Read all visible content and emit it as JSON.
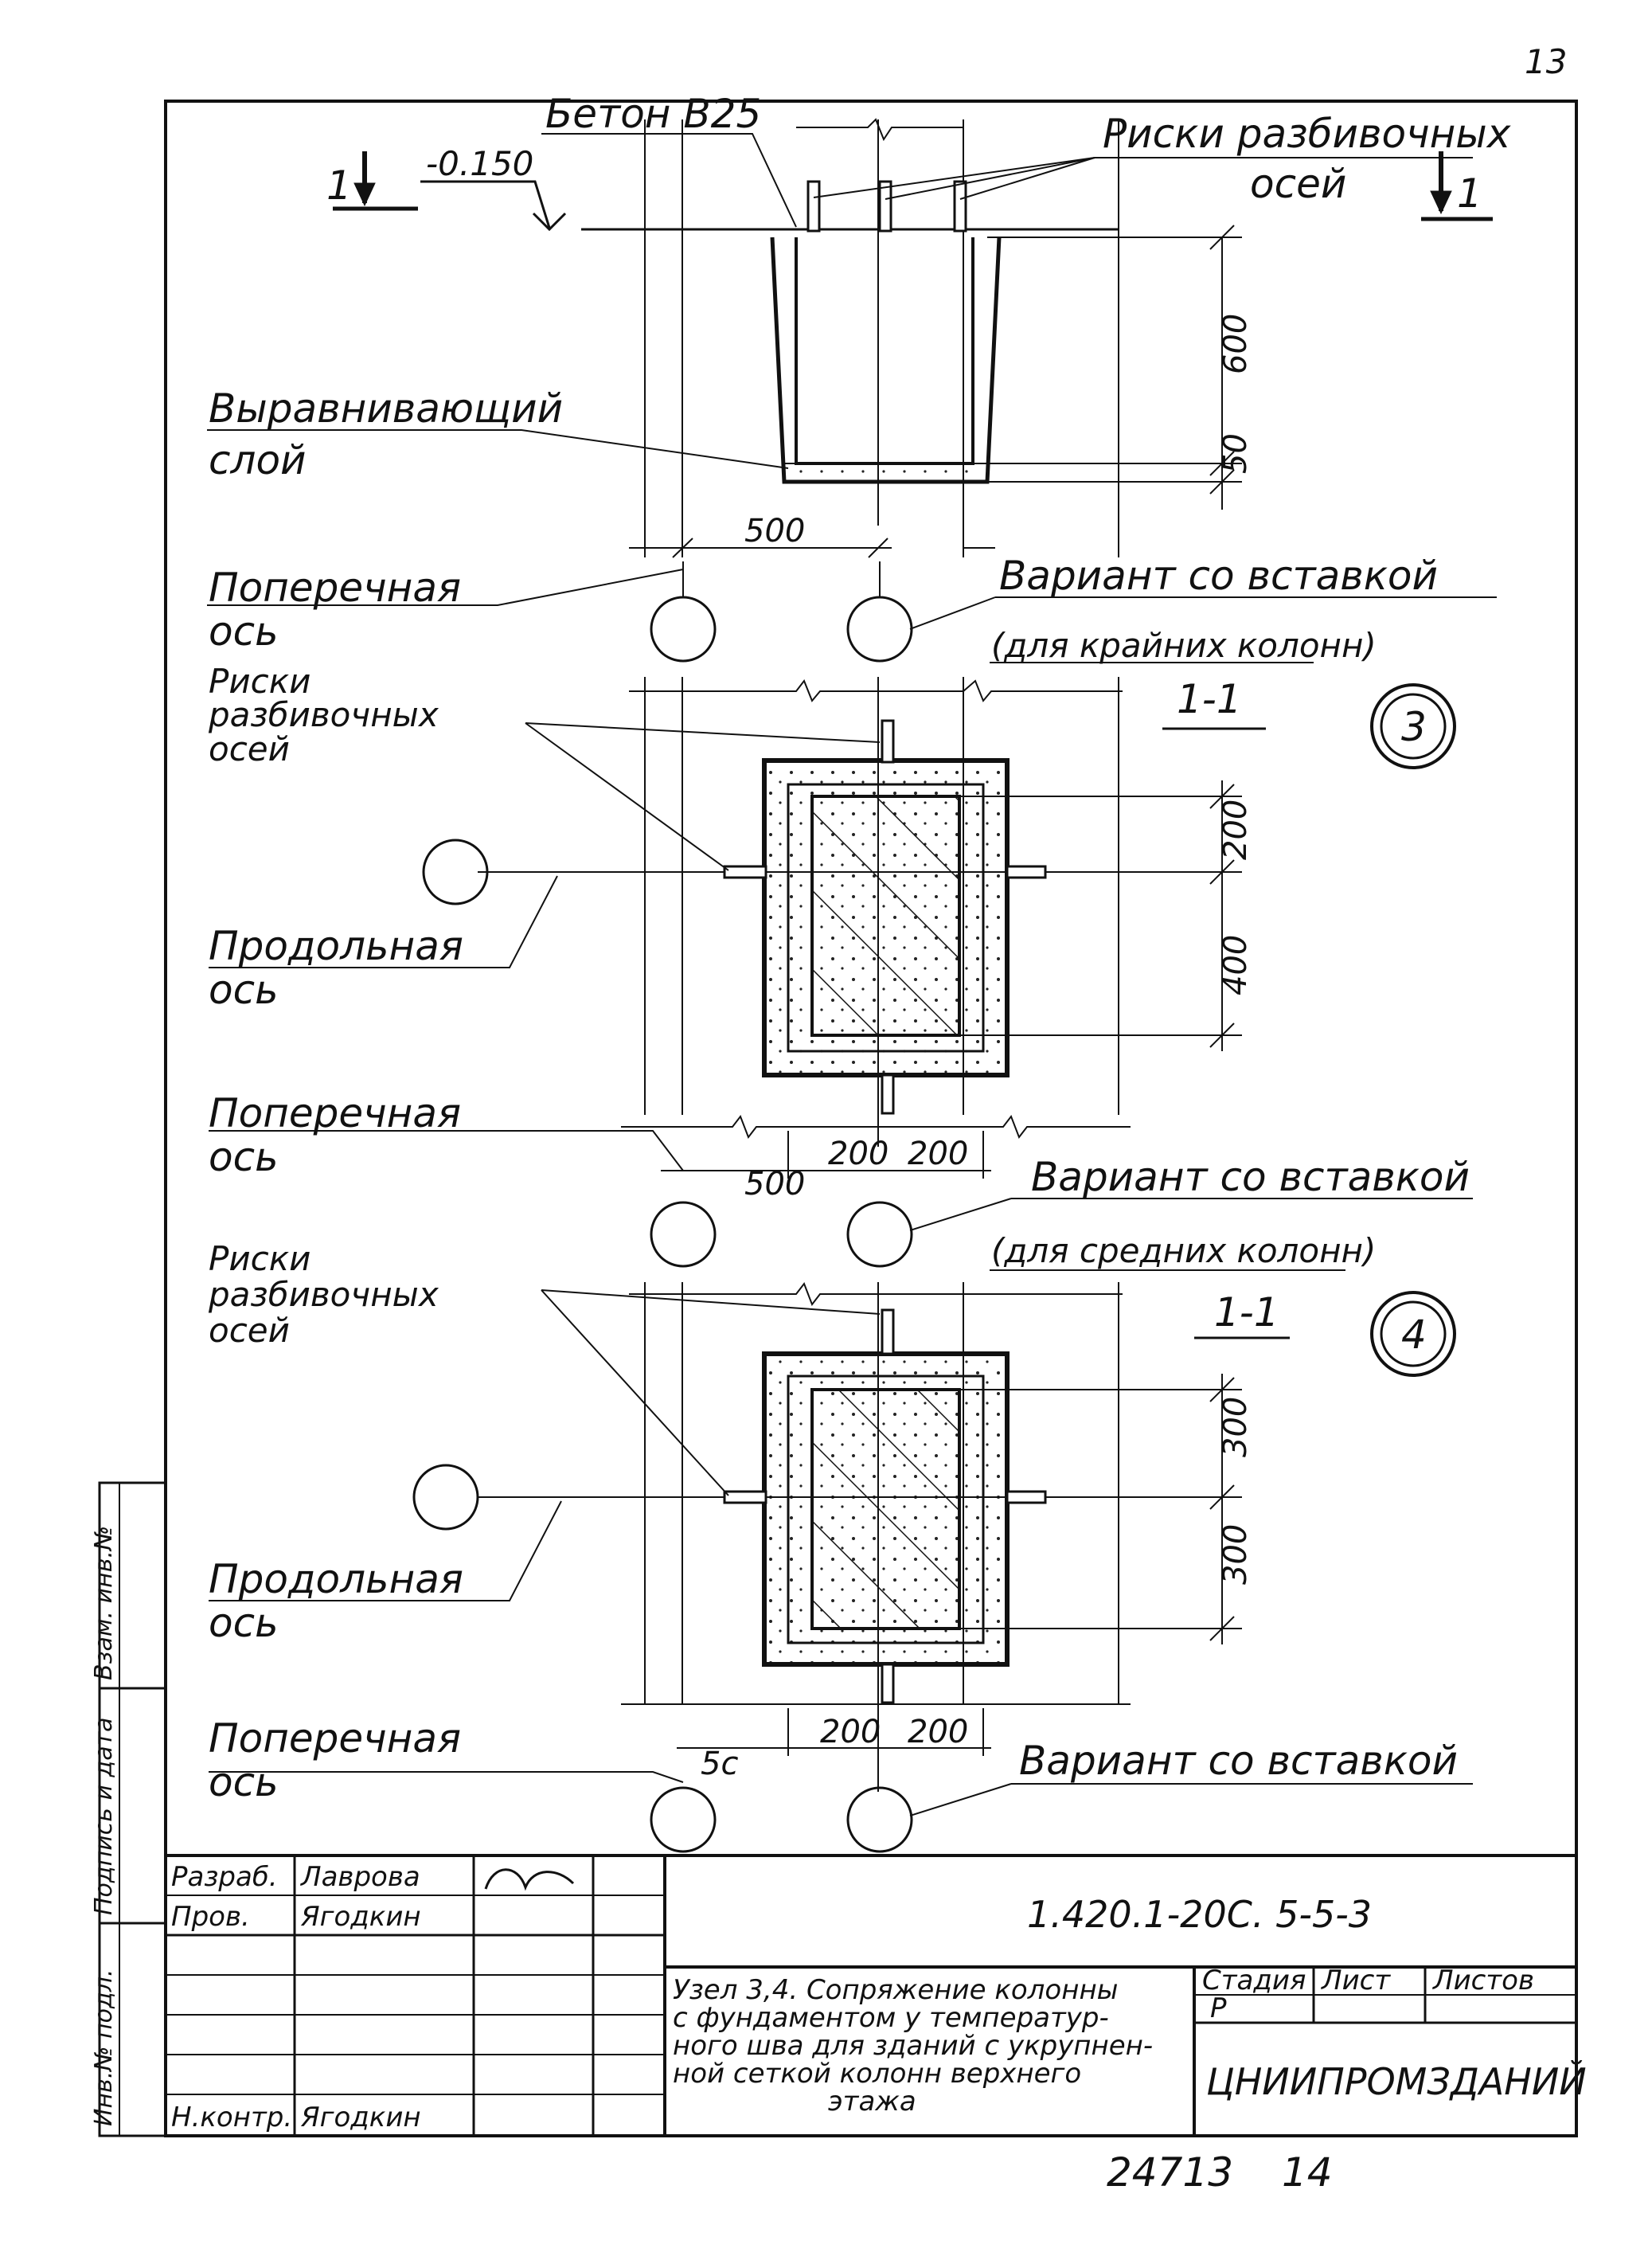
{
  "page_number": "13",
  "bottom_note": {
    "num1": "24713",
    "num2": "14"
  },
  "top_view": {
    "concrete_label": "Бетон В25",
    "level": "-0.150",
    "section_mark_left": "1",
    "section_mark_right": "1",
    "risks_label_1": "Риски разбивочных",
    "risks_label_2": "осей",
    "leveling_label_1": "Выравнивающий",
    "leveling_label_2": "слой",
    "dim_600": "600",
    "dim_50": "50",
    "dim_500": "500",
    "cross_axis_1": "Поперечная",
    "cross_axis_2": "ось",
    "variant_label": "Вариант со вставкой",
    "variant_note": "(для крайних колонн)"
  },
  "section_3": {
    "title": "1-1",
    "node_number": "3",
    "risks_1": "Риски",
    "risks_2": "разбивочных",
    "risks_3": "осей",
    "long_axis_1": "Продольная",
    "long_axis_2": "ось",
    "dim_200": "200",
    "dim_400": "400",
    "cross_axis_1": "Поперечная",
    "cross_axis_2": "ось",
    "dim_500": "500",
    "dim_w1": "200",
    "dim_w2": "200",
    "variant_label": "Вариант со вставкой",
    "variant_note": "(для средних колонн)"
  },
  "section_4": {
    "title": "1-1",
    "node_number": "4",
    "risks_1": "Риски",
    "risks_2": "разбивочных",
    "risks_3": "осей",
    "long_axis_1": "Продольная",
    "long_axis_2": "ось",
    "dim_300a": "300",
    "dim_300b": "300",
    "cross_axis_1": "Поперечная",
    "cross_axis_2": "ось",
    "dim_500": "5с",
    "dim_w1": "200",
    "dim_w2": "200",
    "variant_label": "Вариант со вставкой"
  },
  "side_stamp": {
    "inv_no": "Инв.№ подл.",
    "sign_date": "Подпись и дата",
    "replace_inv": "Взам. инв.№"
  },
  "title_block": {
    "row1_role": "Разраб.",
    "row1_name": "Лаврова",
    "row1_sign": "ЛВ",
    "row2_role": "Пров.",
    "row2_name": "Ягодкин",
    "row7_role": "Н.контр.",
    "row7_name": "Ягодкин",
    "code": "1.420.1-20С. 5-5-3",
    "desc_1": "Узел 3,4. Сопряжение колонны",
    "desc_2": "с фундаментом у температур-",
    "desc_3": "ного шва для зданий с укрупнен-",
    "desc_4": "ной сеткой колонн верхнего",
    "desc_5": "этажа",
    "stage_h": "Стадия",
    "sheet_h": "Лист",
    "sheets_h": "Листов",
    "stage_v": "Р",
    "org": "ЦНИИПРОМЗДАНИЙ"
  }
}
